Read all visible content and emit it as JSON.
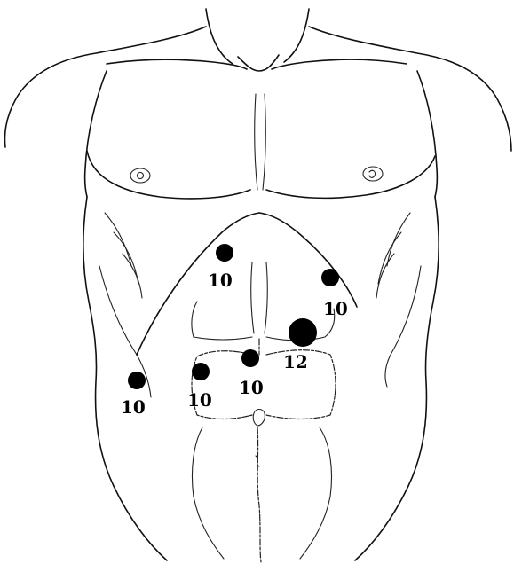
{
  "ports": [
    {
      "id": "upper-left",
      "size_mm": "10"
    },
    {
      "id": "upper-right",
      "size_mm": "10"
    },
    {
      "id": "center-camera",
      "size_mm": "12"
    },
    {
      "id": "mid-center",
      "size_mm": "10"
    },
    {
      "id": "mid-left",
      "size_mm": "10"
    },
    {
      "id": "far-left",
      "size_mm": "10"
    }
  ],
  "colors": {
    "line": "#111111",
    "port": "#000000",
    "background": "#ffffff"
  }
}
